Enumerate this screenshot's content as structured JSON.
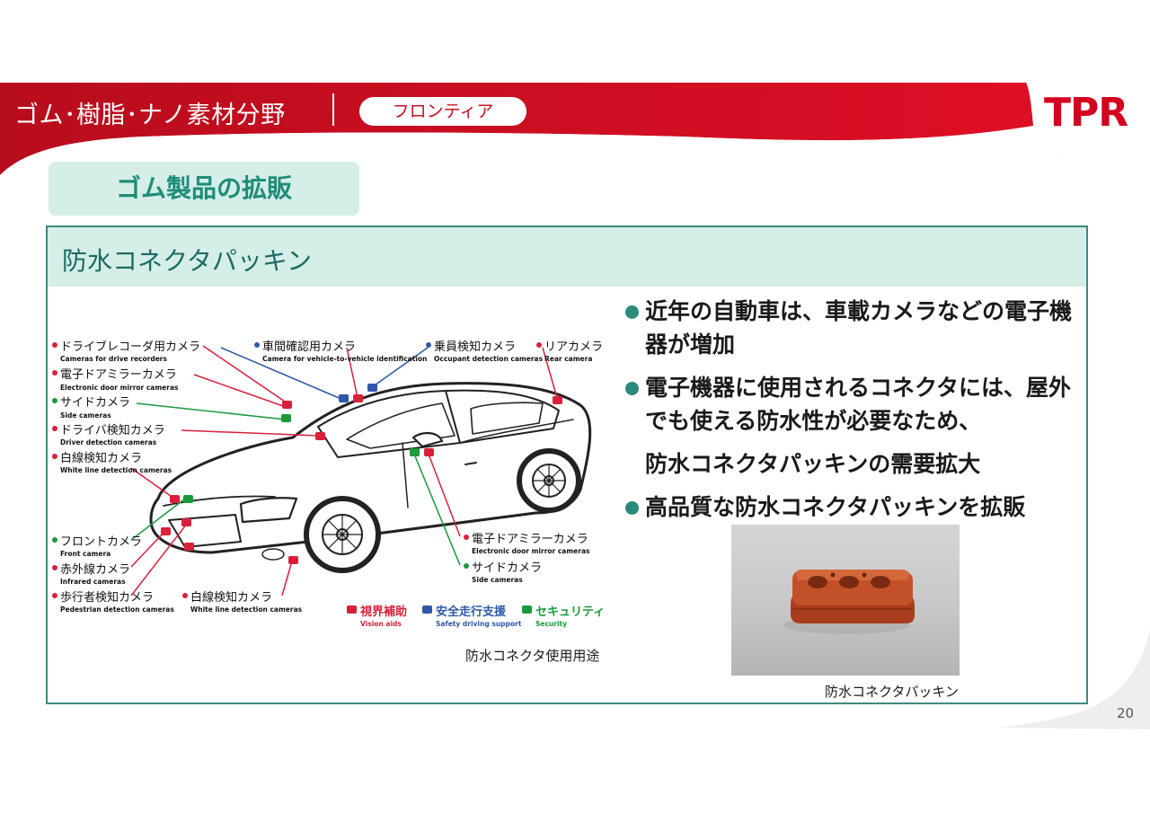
{
  "header": {
    "section": "ゴム･樹脂･ナノ素材分野",
    "category": "フロンティア",
    "logo": "TPR"
  },
  "topic": "ゴム製品の拡販",
  "product_title": "防水コネクタパッキン",
  "diagram": {
    "labels": [
      {
        "jp": "ドライブレコーダ用カメラ",
        "en": "Cameras for drive recorders"
      },
      {
        "jp": "電子ドアミラーカメラ",
        "en": "Electronic door mirror cameras"
      },
      {
        "jp": "サイドカメラ",
        "en": "Side cameras"
      },
      {
        "jp": "ドライバ検知カメラ",
        "en": "Driver detection cameras"
      },
      {
        "jp": "白線検知カメラ",
        "en": "White line detection cameras"
      },
      {
        "jp": "車間確認用カメラ",
        "en": "Camera for vehicle-to-vehicle identification"
      },
      {
        "jp": "乗員検知カメラ",
        "en": "Occupant detection cameras"
      },
      {
        "jp": "リアカメラ",
        "en": "Rear camera"
      },
      {
        "jp": "フロントカメラ",
        "en": "Front camera"
      },
      {
        "jp": "赤外線カメラ",
        "en": "Infrared cameras"
      },
      {
        "jp": "歩行者検知カメラ",
        "en": "Pedestrian detection cameras"
      },
      {
        "jp": "白線検知カメラ",
        "en": "White line detection cameras"
      },
      {
        "jp": "電子ドアミラーカメラ",
        "en": "Electronic door mirror cameras"
      },
      {
        "jp": "サイドカメラ",
        "en": "Side cameras"
      }
    ],
    "legend": [
      {
        "jp": "視界補助",
        "en": "Vision aids",
        "color": "#d9203a"
      },
      {
        "jp": "安全走行支援",
        "en": "Safety driving support",
        "color": "#2e58a8"
      },
      {
        "jp": "セキュリティ",
        "en": "Security",
        "color": "#1b9a3c"
      }
    ],
    "caption": "防水コネクタ使用用途"
  },
  "bullets": [
    {
      "text": "近年の自動車は、車載カメラなどの電子機器が増加"
    },
    {
      "text": "電子機器に使用されるコネクタには、屋外でも使える防水性が必要なため、",
      "extra": "防水コネクタパッキンの需要拡大"
    },
    {
      "text": "高品質な防水コネクタパッキンを拡販"
    }
  ],
  "photo_caption": "防水コネクタパッキン",
  "page_number": "20",
  "colors": {
    "brand_red": "#c41021",
    "teal": "#2b8a7b",
    "teal_light": "#d5eee8",
    "vision": "#d9203a",
    "safety": "#2e58a8",
    "security": "#1b9a3c"
  }
}
